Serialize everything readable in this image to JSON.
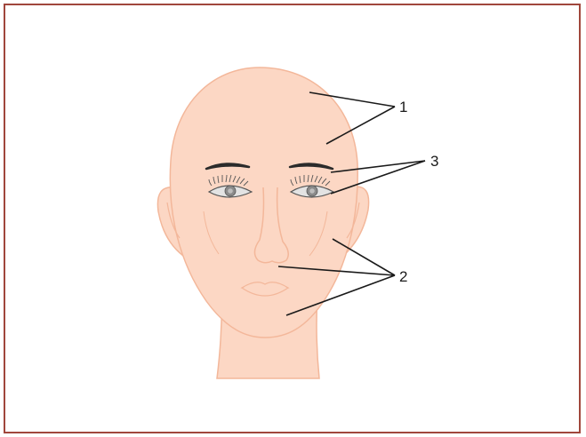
{
  "figure": {
    "labels": [
      {
        "id": "1",
        "text": "1"
      },
      {
        "id": "2",
        "text": "2"
      },
      {
        "id": "3",
        "text": "3"
      }
    ]
  },
  "colors": {
    "frame_border": "#a0473c",
    "skin_fill": "#fcd7c4",
    "skin_outline": "#f3b79a",
    "eyebrow": "#2b2b2b",
    "eye_white": "#e3e3e3",
    "iris": "#8a8a8a",
    "leader_line": "#1a1a1a"
  }
}
